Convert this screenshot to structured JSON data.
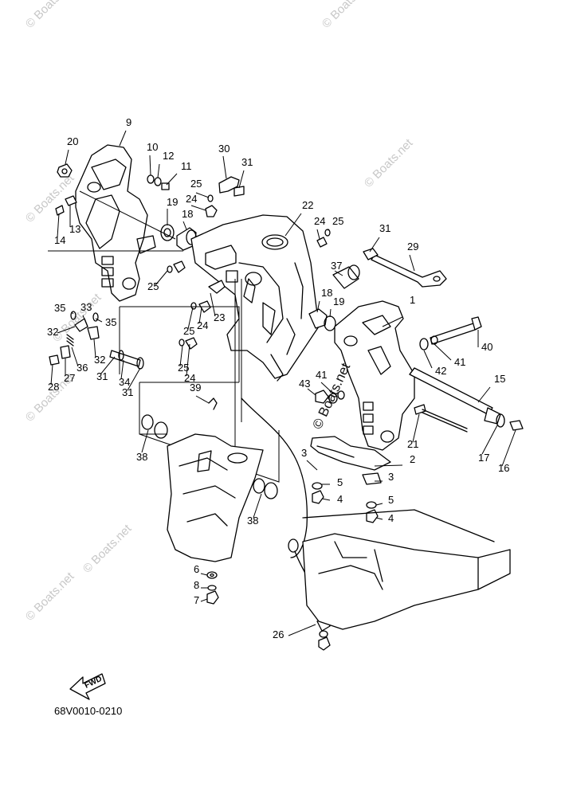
{
  "diagram_code": "68V0010-0210",
  "fwd_label": "FWD",
  "watermarks": [
    "© Boats.net",
    "© Boats.net",
    "© Boats.net",
    "© Boats.net",
    "© Boats.net",
    "© Boats.net",
    "© Boats.net",
    "© Boats.net",
    "© Boats.net"
  ],
  "center_watermark": "© Boats.net",
  "callouts": [
    {
      "label": "1"
    },
    {
      "label": "2"
    },
    {
      "label": "3"
    },
    {
      "label": "3"
    },
    {
      "label": "4"
    },
    {
      "label": "4"
    },
    {
      "label": "5"
    },
    {
      "label": "5"
    },
    {
      "label": "6"
    },
    {
      "label": "7"
    },
    {
      "label": "8"
    },
    {
      "label": "9"
    },
    {
      "label": "10"
    },
    {
      "label": "11"
    },
    {
      "label": "12"
    },
    {
      "label": "13"
    },
    {
      "label": "14"
    },
    {
      "label": "15"
    },
    {
      "label": "16"
    },
    {
      "label": "17"
    },
    {
      "label": "18"
    },
    {
      "label": "18"
    },
    {
      "label": "19"
    },
    {
      "label": "19"
    },
    {
      "label": "20"
    },
    {
      "label": "21"
    },
    {
      "label": "22"
    },
    {
      "label": "23"
    },
    {
      "label": "24"
    },
    {
      "label": "24"
    },
    {
      "label": "24"
    },
    {
      "label": "24"
    },
    {
      "label": "25"
    },
    {
      "label": "25"
    },
    {
      "label": "25"
    },
    {
      "label": "25"
    },
    {
      "label": "25"
    },
    {
      "label": "26"
    },
    {
      "label": "27"
    },
    {
      "label": "28"
    },
    {
      "label": "29"
    },
    {
      "label": "30"
    },
    {
      "label": "31"
    },
    {
      "label": "31"
    },
    {
      "label": "31"
    },
    {
      "label": "31"
    },
    {
      "label": "32"
    },
    {
      "label": "32"
    },
    {
      "label": "33"
    },
    {
      "label": "34"
    },
    {
      "label": "35"
    },
    {
      "label": "35"
    },
    {
      "label": "36"
    },
    {
      "label": "37"
    },
    {
      "label": "38"
    },
    {
      "label": "38"
    },
    {
      "label": "39"
    },
    {
      "label": "40"
    },
    {
      "label": "41"
    },
    {
      "label": "41"
    },
    {
      "label": "42"
    },
    {
      "label": "43"
    }
  ]
}
